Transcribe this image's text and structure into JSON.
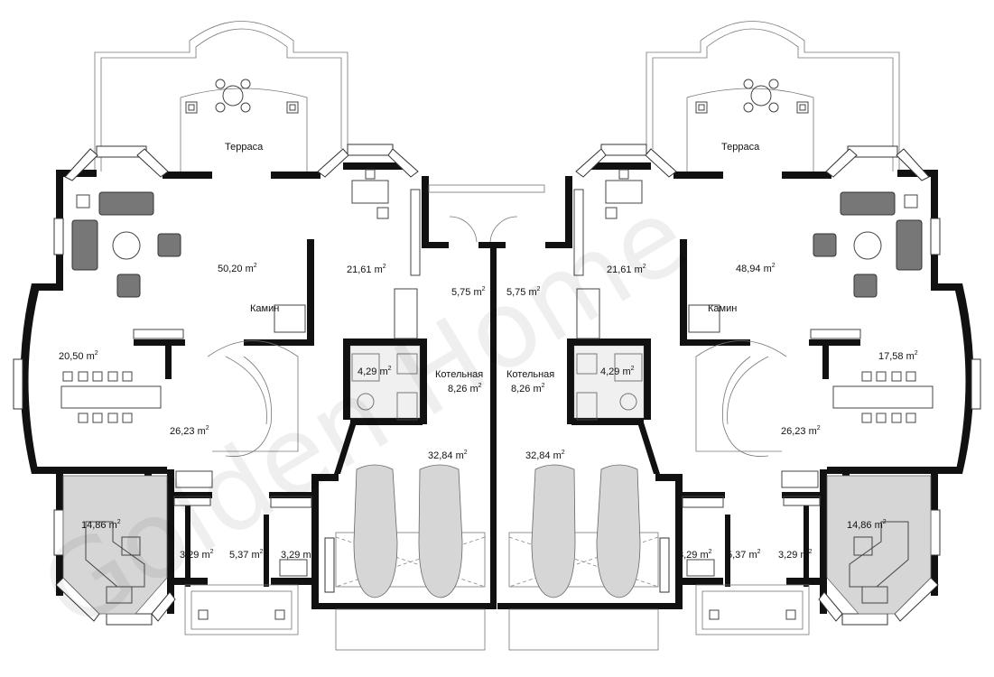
{
  "watermark": "Golden Home",
  "unit_sup": "2",
  "left_unit": {
    "terrace": "Терраса",
    "fireplace": "Камин",
    "boiler": "Котельная",
    "areas": {
      "living": "50,20 m",
      "office": "21,61 m",
      "dining": "20,50 m",
      "hall": "26,23 m",
      "small": "5,75 m",
      "bath": "4,29 m",
      "boiler_area": "8,26 m",
      "garage": "32,84 m",
      "kitchen": "14,86 m",
      "store1": "3,29 m",
      "entry": "5,37 m",
      "store2": "3,29 m"
    }
  },
  "right_unit": {
    "terrace": "Терраса",
    "fireplace": "Камин",
    "boiler": "Котельная",
    "areas": {
      "living": "48,94 m",
      "office": "21,61 m",
      "dining": "17,58 m",
      "hall": "26,23 m",
      "small": "5,75 m",
      "bath": "4,29 m",
      "boiler_area": "8,26 m",
      "garage": "32,84 m",
      "kitchen": "14,86 m",
      "store1": "3,29 m",
      "entry": "5,37 m",
      "store2": "3,29 m"
    }
  }
}
